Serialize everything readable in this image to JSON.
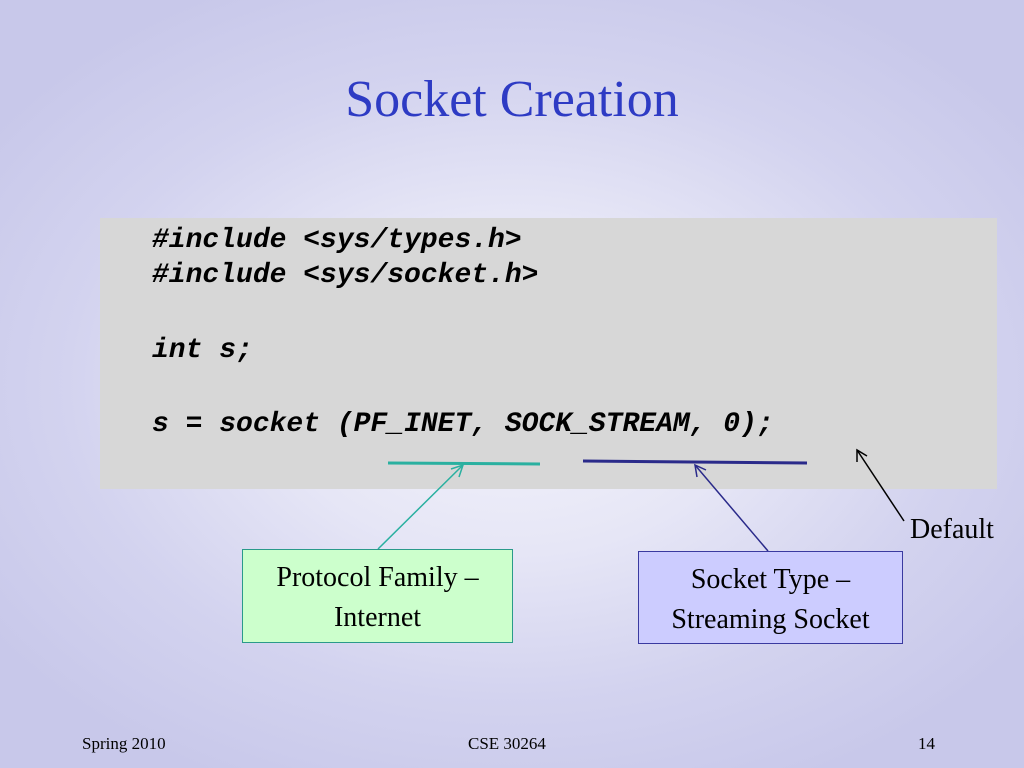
{
  "slide": {
    "title": "Socket Creation"
  },
  "code": {
    "lines": [
      "#include <sys/types.h>",
      "#include <sys/socket.h>",
      "int s;",
      "s = socket (PF_INET, SOCK_STREAM, 0);"
    ]
  },
  "annotations": {
    "protocol_family": {
      "line1": "Protocol Family –",
      "line2": "Internet",
      "color": "#ccffcc"
    },
    "socket_type": {
      "line1": "Socket Type –",
      "line2": "Streaming Socket",
      "color": "#ccccff"
    },
    "default": "Default"
  },
  "footer": {
    "left": "Spring 2010",
    "center": "CSE 30264",
    "right": "14"
  }
}
